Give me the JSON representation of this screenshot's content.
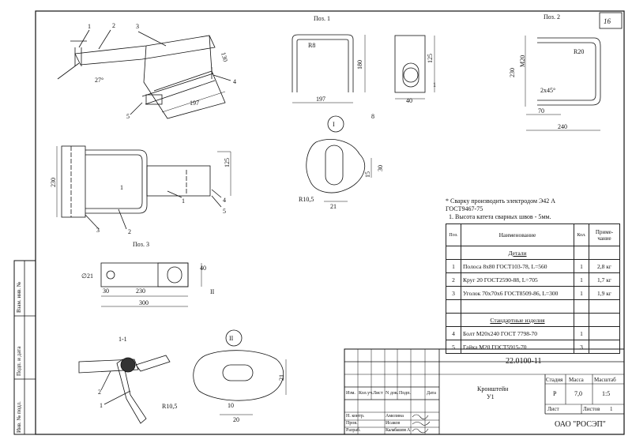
{
  "sheet_number": "16",
  "titles": {
    "poz1": "Поз. 1",
    "poz2": "Поз. 2",
    "poz3": "Поз. 3",
    "section": "1-1",
    "view_one": "I",
    "view_two": "II"
  },
  "dims": {
    "d130": "130",
    "d197a": "197",
    "d27": "27°",
    "dR8": "R8",
    "d180": "180",
    "d197b": "197",
    "d125a": "125",
    "d40a": "40",
    "d8": "8",
    "dM20": "M20",
    "dR20": "R20",
    "d2x45": "2x45°",
    "d230a": "230",
    "d70": "70",
    "d240": "240",
    "d230b": "230",
    "d125b": "125",
    "dR105a": "R10,5",
    "d21a": "21",
    "d15": "15",
    "d30a": "30",
    "dphi21": "∅21",
    "d40b": "40",
    "d30b": "30",
    "d230c": "230",
    "d300": "300",
    "dR105b": "R10,5",
    "d10": "10",
    "d20": "20",
    "d21b": "21",
    "sec1": "1"
  },
  "callouts": [
    "1",
    "2",
    "3",
    "4",
    "5",
    "3",
    "2",
    "1",
    "4",
    "5",
    "1",
    "2",
    "1",
    "II"
  ],
  "notes": [
    "* Сварку производить электродом Э42 А",
    "ГОСТ9467-75",
    "1. Высота катета сварных швов - 5мм."
  ],
  "spec_table": {
    "headers": [
      "Поз.",
      "Наименование",
      "Кол.",
      "Приме-чание"
    ],
    "group1": "Детали",
    "rows1": [
      {
        "pos": "1",
        "name": "Полоса 8х80 ГОСТ103-78, L=560",
        "qty": "1",
        "note": "2,8 кг"
      },
      {
        "pos": "2",
        "name": "Круг 20 ГОСТ2590-88, L=705",
        "qty": "1",
        "note": "1,7 кг"
      },
      {
        "pos": "3",
        "name": "Уголок 70х70х6 ГОСТ8509-86, L=300",
        "qty": "1",
        "note": "1,9 кг"
      }
    ],
    "group2": "Стандартные изделия",
    "rows2": [
      {
        "pos": "4",
        "name": "Болт М20х240 ГОСТ 7798-70",
        "qty": "1",
        "note": ""
      },
      {
        "pos": "5",
        "name": "Гайка М20 ГОСТ5915-70",
        "qty": "3",
        "note": ""
      }
    ]
  },
  "title_block": {
    "doc_code": "22.0100-11",
    "name_line1": "Кронштейн",
    "name_line2": "У1",
    "col_izm": "Изм.",
    "col_kol": "Кол.уч.",
    "col_list": "Лист",
    "col_ndok": "N док.",
    "col_podp": "Подп.",
    "col_data": "Дата",
    "stage_label": "Стадия",
    "mass_label": "Масса",
    "scale_label": "Масштаб",
    "stage": "Р",
    "mass": "7,0",
    "scale": "1:5",
    "sheet_label": "Лист",
    "sheets_label": "Листов",
    "sheets": "1",
    "company": "ОАО \"РОСЭП\"",
    "roles": [
      "Н. контр.",
      "Пров.",
      "Разраб."
    ],
    "people": [
      "Амелина",
      "Исаков",
      "Калабашов А"
    ]
  },
  "side_labels": {
    "inv_podl": "Инв. № подл.",
    "podp_data": "Подп. и дата",
    "vzam_inv": "Взам. инв. №"
  }
}
